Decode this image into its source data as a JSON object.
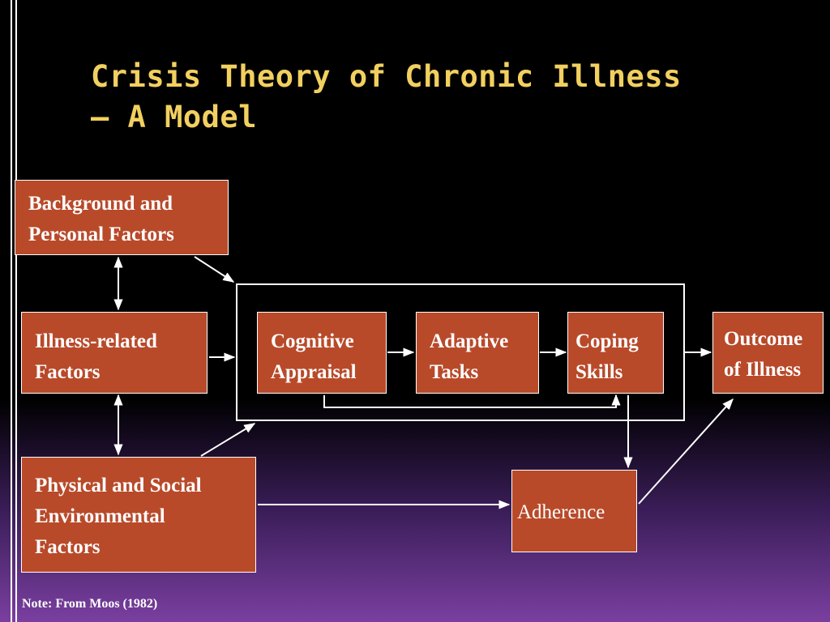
{
  "slide": {
    "title_line1": "Crisis Theory of Chronic Illness",
    "title_line2": "– A Model",
    "note": "Note: From Moos (1982)"
  },
  "boxes": {
    "background": {
      "line1": "Background and",
      "line2": "Personal Factors"
    },
    "illness": {
      "line1": "Illness-related",
      "line2": "Factors"
    },
    "physical": {
      "line1": "Physical and Social",
      "line2": "Environmental",
      "line3": "Factors"
    },
    "cognitive": {
      "line1": "Cognitive",
      "line2": "Appraisal"
    },
    "adaptive": {
      "line1": "Adaptive",
      "line2": "Tasks"
    },
    "coping": {
      "line1": "Coping",
      "line2": "Skills"
    },
    "outcome": {
      "line1": "Outcome",
      "line2": "of Illness"
    },
    "adherence": {
      "line1": "Adherence"
    }
  },
  "colors": {
    "title": "#f2d060",
    "box_fill": "#b84a2a",
    "box_border": "#ffffff",
    "background_top": "#000000",
    "background_bottom": "#7a3fa0"
  }
}
